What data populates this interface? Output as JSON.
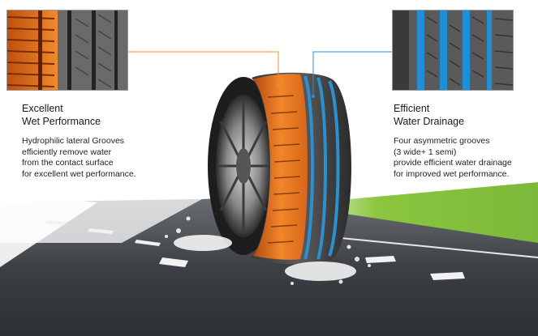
{
  "left": {
    "heading": [
      "Excellent",
      "Wet Performance"
    ],
    "description": [
      "Hydrophilic lateral Grooves",
      "efficiently remove water",
      "from the contact surface",
      "for excellent wet performance."
    ],
    "accent": "#e8741e",
    "thumbnail_icon": "orange-tread-closeup"
  },
  "right": {
    "heading": [
      "Efficient",
      "Water Drainage"
    ],
    "description": [
      "Four asymmetric grooves",
      "(3 wide+ 1 semi)",
      "provide efficient water drainage",
      "for improved wet performance."
    ],
    "accent": "#1e8fd6",
    "thumbnail_icon": "blue-groove-closeup"
  },
  "colors": {
    "orange_line": "#e8941e",
    "blue_line": "#2b8fd0",
    "road": "#3a3d40",
    "grass": "#8cc63f"
  }
}
